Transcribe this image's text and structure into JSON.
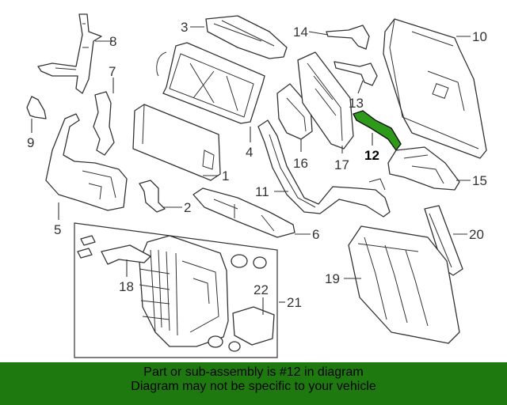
{
  "callouts": [
    {
      "key": "p1",
      "label": "1"
    },
    {
      "key": "p2",
      "label": "2"
    },
    {
      "key": "p3",
      "label": "3"
    },
    {
      "key": "p4",
      "label": "4"
    },
    {
      "key": "p5",
      "label": "5"
    },
    {
      "key": "p6",
      "label": "6"
    },
    {
      "key": "p7",
      "label": "7"
    },
    {
      "key": "p8",
      "label": "8"
    },
    {
      "key": "p9",
      "label": "9"
    },
    {
      "key": "p10",
      "label": "10"
    },
    {
      "key": "p11",
      "label": "11"
    },
    {
      "key": "p12",
      "label": "12"
    },
    {
      "key": "p13",
      "label": "13"
    },
    {
      "key": "p14",
      "label": "14"
    },
    {
      "key": "p15",
      "label": "15"
    },
    {
      "key": "p16",
      "label": "16"
    },
    {
      "key": "p17",
      "label": "17"
    },
    {
      "key": "p18",
      "label": "18"
    },
    {
      "key": "p19",
      "label": "19"
    },
    {
      "key": "p20",
      "label": "20"
    },
    {
      "key": "p21",
      "label": "21"
    },
    {
      "key": "p22",
      "label": "22"
    }
  ],
  "highlighted_part": "12",
  "colors": {
    "highlight": "#2e9a1a",
    "banner": "#1e7a0f",
    "line": "#333333"
  },
  "footer": {
    "line1": "Part or sub-assembly is #12 in diagram",
    "line2": "Diagram may not be specific to your vehicle"
  }
}
